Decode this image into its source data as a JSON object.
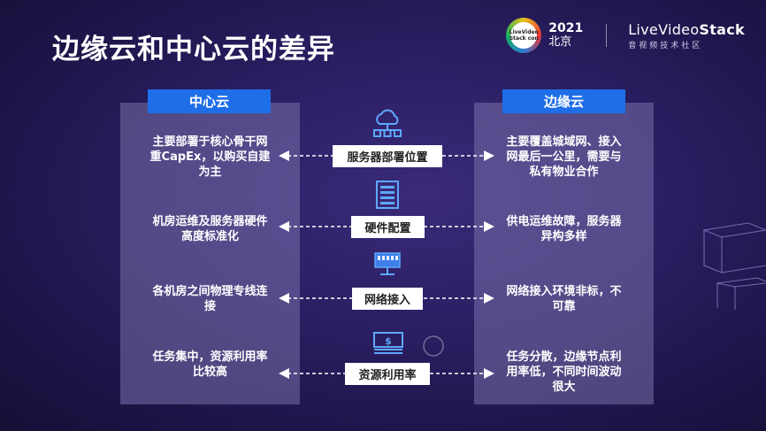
{
  "slide": {
    "title": "边缘云和中心云的差异"
  },
  "logo": {
    "badge_text": "LiveVideo Stack con",
    "year": "2021",
    "city": "北京",
    "brand_prefix": "LiveVideo",
    "brand_suffix": "Stack",
    "brand_sub": "音视频技术社区"
  },
  "center_cloud": {
    "heading": "中心云",
    "rows": [
      [
        "主要部署于核心骨干网",
        "重CapEx，以购买自建",
        "为主"
      ],
      [
        "机房运维及服务器硬件",
        "高度标准化"
      ],
      [
        "各机房之间物理专线连",
        "接"
      ],
      [
        "任务集中，资源利用率",
        "比较高"
      ]
    ]
  },
  "edge_cloud": {
    "heading": "边缘云",
    "rows": [
      [
        "主要覆盖城域网、接入",
        "网最后一公里，需要与",
        "私有物业合作"
      ],
      [
        "供电运维故障，服务器",
        "异构多样"
      ],
      [
        "网络接入环境非标，不",
        "可靠"
      ],
      [
        "任务分散，边缘节点利",
        "用率低，不同时间波动",
        "很大"
      ]
    ]
  },
  "aspects": [
    {
      "label": "服务器部署位置",
      "icon": "cloud-network-icon"
    },
    {
      "label": "硬件配置",
      "icon": "server-rack-icon"
    },
    {
      "label": "网络接入",
      "icon": "network-switch-icon"
    },
    {
      "label": "资源利用率",
      "icon": "money-stack-icon"
    }
  ]
}
